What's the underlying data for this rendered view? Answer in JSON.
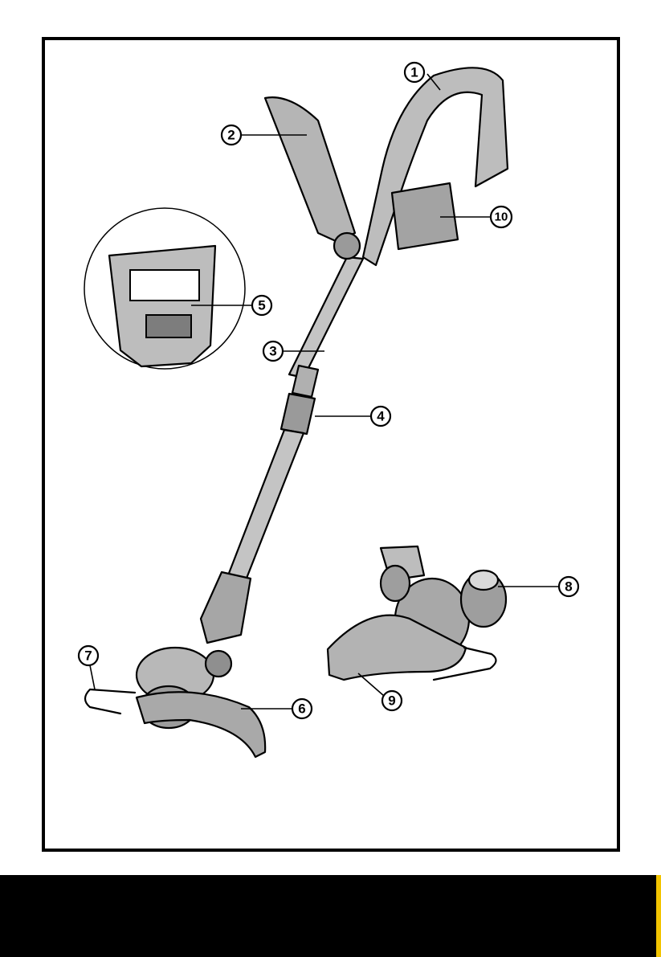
{
  "figure": {
    "callouts": [
      {
        "id": "callout-1",
        "label": "1"
      },
      {
        "id": "callout-2",
        "label": "2"
      },
      {
        "id": "callout-3",
        "label": "3"
      },
      {
        "id": "callout-4",
        "label": "4"
      },
      {
        "id": "callout-5",
        "label": "5"
      },
      {
        "id": "callout-6",
        "label": "6"
      },
      {
        "id": "callout-7",
        "label": "7"
      },
      {
        "id": "callout-8",
        "label": "8"
      },
      {
        "id": "callout-9",
        "label": "9"
      },
      {
        "id": "callout-10",
        "label": "10"
      }
    ]
  },
  "colors": {
    "frame": "#000000",
    "part_fill": "#bdbdbd",
    "part_shade": "#8f8f8f",
    "footer": "#000000",
    "footer_accent": "#f2c400"
  }
}
